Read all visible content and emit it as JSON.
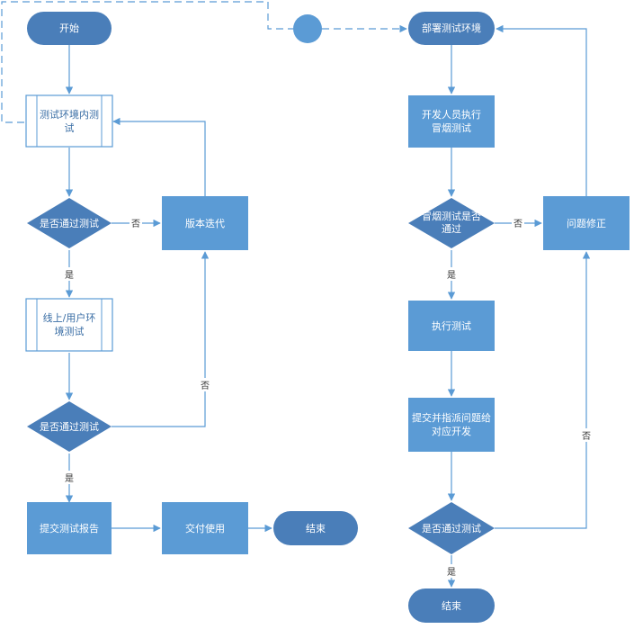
{
  "colors": {
    "terminal_fill": "#4a7eb9",
    "process_fill": "#5b9bd5",
    "decision_fill": "#4a7eb9",
    "subprocess_fill": "#ffffff",
    "subprocess_text": "#3a6ea5",
    "connector_fill": "#5b9bd5",
    "line": "#5b9bd5"
  },
  "nodes": {
    "start": "开始",
    "test_env_test_line1": "测试环境内测",
    "test_env_test_line2": "试",
    "decision_pass_1": "是否通过测试",
    "version_iteration": "版本迭代",
    "online_test_line1": "线上/用户环",
    "online_test_line2": "境测试",
    "decision_pass_2": "是否通过测试",
    "submit_report": "提交测试报告",
    "deliver": "交付使用",
    "end_left": "结束",
    "deploy_env": "部署测试环境",
    "smoke_test_line1": "开发人员执行",
    "smoke_test_line2": "冒烟测试",
    "decision_smoke_line1": "冒烟测试是否",
    "decision_smoke_line2": "通过",
    "fix_issue": "问题修正",
    "execute_test": "执行测试",
    "submit_assign_line1": "提交并指派问题给",
    "submit_assign_line2": "对应开发",
    "decision_pass_3": "是否通过测试",
    "end_right": "结束"
  },
  "labels": {
    "yes": "是",
    "no": "否"
  }
}
